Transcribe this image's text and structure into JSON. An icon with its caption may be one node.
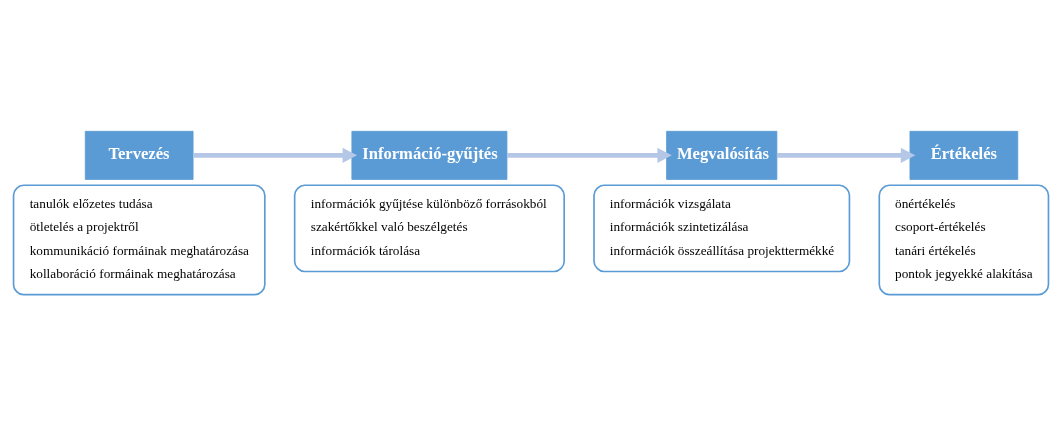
{
  "diagram": {
    "nodes": [
      {
        "text": [
          "Tervezés"
        ]
      },
      {
        "text": [
          "tanulók előzetes tudása",
          "ötletelés a projektről",
          "kommunikáció formáinak meghatározása",
          "kollaboráció formáinak meghatározása"
        ]
      },
      {
        "text": [
          "Információ-gyűjtés"
        ]
      },
      {
        "text": [
          "információk gyűjtése különböző forrásokból",
          "szakértőkkel való beszélgetés",
          "információk tárolása"
        ]
      },
      {
        "text": [
          "Megvalósítás"
        ]
      },
      {
        "text": [
          "információk vizsgálata",
          "információk szintetizálása",
          "információk összeállítása projekttermékké"
        ]
      },
      {
        "text": [
          "Értékelés"
        ]
      },
      {
        "text": [
          "önértékelés",
          "csoport-értékelés",
          "tanári értékelés",
          "pontok jegyekké alakítása"
        ]
      }
    ],
    "edges": [
      {
        "from": 0,
        "to": 2,
        "arrow": "to"
      },
      {
        "from": 2,
        "to": 4,
        "arrow": "to"
      },
      {
        "from": 4,
        "to": 6,
        "arrow": "to"
      }
    ]
  }
}
